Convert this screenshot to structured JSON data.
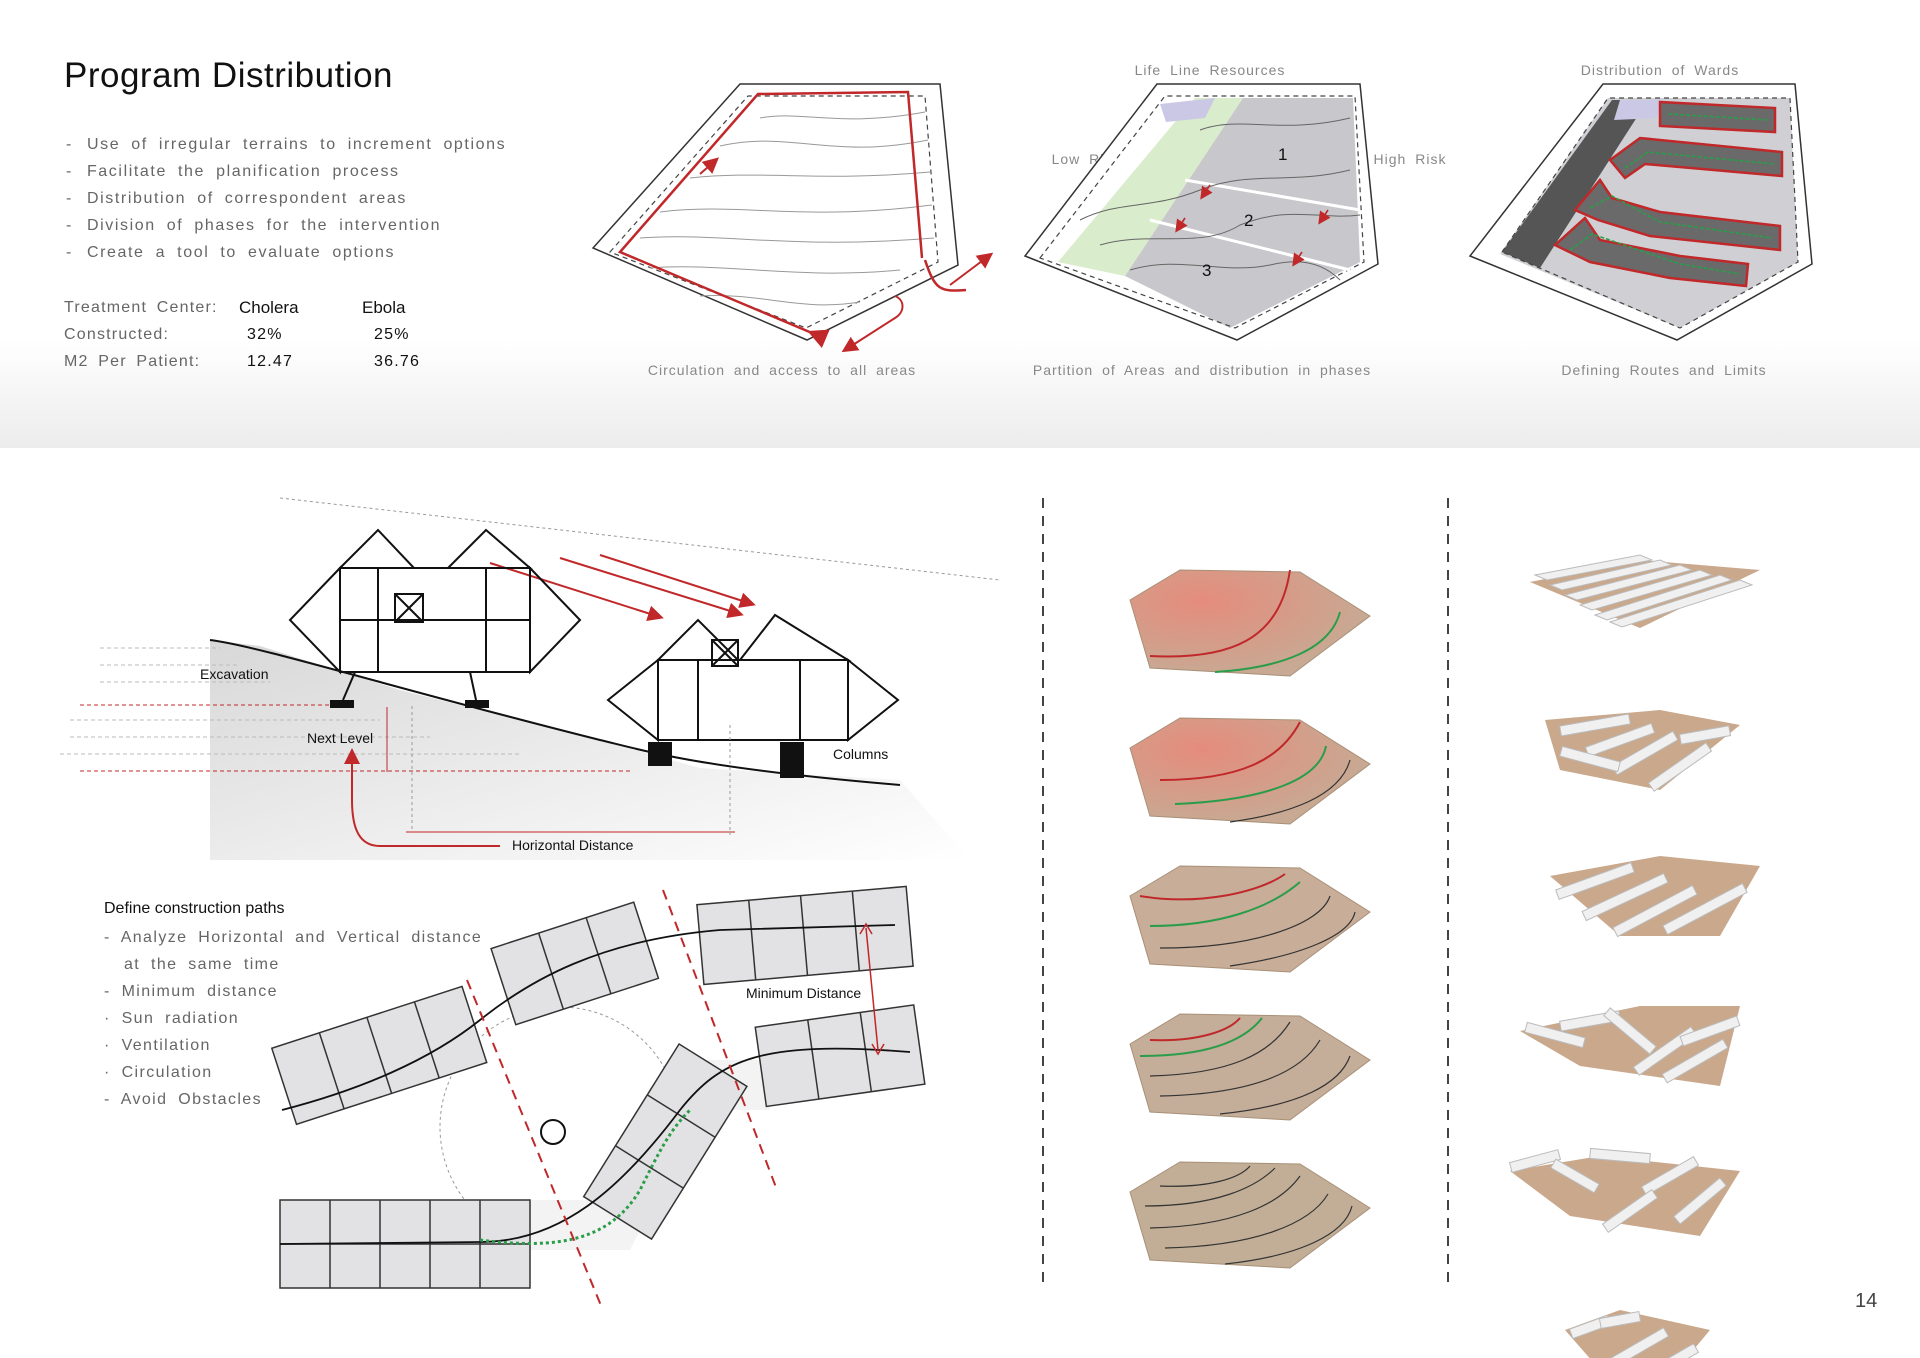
{
  "page_title": "Program Distribution",
  "bullets": [
    "Use of irregular terrains to increment options",
    "Facilitate the planification process",
    "Distribution of correspondent areas",
    "Division of phases for the intervention",
    "Create a tool to evaluate options"
  ],
  "stats": {
    "header_label": "Treatment Center:",
    "col1": "Cholera",
    "col2": "Ebola",
    "rows": [
      {
        "label": "Constructed:",
        "v1": "32%",
        "v2": "25%"
      },
      {
        "label": "M2 Per Patient:",
        "v1": "12.47",
        "v2": "36.76"
      }
    ]
  },
  "diagrams": {
    "circulation_caption": "Circulation and access to all areas",
    "partition_top": "Life Line Resources",
    "partition_low": "Low Risk",
    "partition_high": "High Risk",
    "partition_caption": "Partition of Areas and distribution in phases",
    "phase_1": "1",
    "phase_2": "2",
    "phase_3": "3",
    "wards_top": "Distribution of Wards",
    "wards_caption": "Defining Routes and Limits"
  },
  "section": {
    "excavation": "Excavation",
    "next_level": "Next Level",
    "columns": "Columns",
    "horizontal_distance": "Horizontal Distance"
  },
  "paths": {
    "title": "Define construction paths",
    "items": [
      {
        "text": "- Analyze Horizontal and Vertical distance",
        "indent": false
      },
      {
        "text": "at the same time",
        "indent": true
      },
      {
        "text": "- Minimum distance",
        "indent": false
      },
      {
        "text": "· Sun radiation",
        "indent": false
      },
      {
        "text": "· Ventilation",
        "indent": false
      },
      {
        "text": "· Circulation",
        "indent": false
      },
      {
        "text": "- Avoid Obstacles",
        "indent": false
      }
    ],
    "minimum_distance": "Minimum Distance"
  },
  "colors": {
    "accent_red": "#c0282a",
    "route_green": "#2a9d4a",
    "terrain_tan": "#c2ae96",
    "terrain_red": "#d98a7a"
  },
  "page_number": "14"
}
